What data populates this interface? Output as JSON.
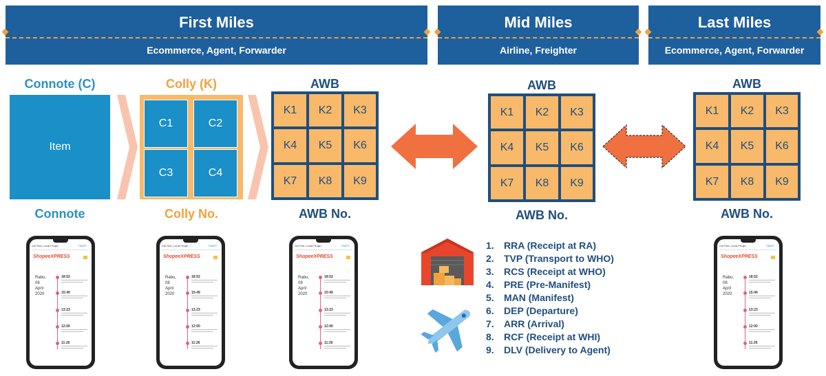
{
  "sections": [
    {
      "title": "First Miles",
      "subtitle": "Ecommerce, Agent, Forwarder"
    },
    {
      "title": "Mid Miles",
      "subtitle": "Airline, Freighter"
    },
    {
      "title": "Last Miles",
      "subtitle": "Ecommerce, Agent, Forwarder"
    }
  ],
  "labels": {
    "connote_top": "Connote (C)",
    "colly_top": "Colly (K)",
    "awb_top": "AWB",
    "connote_bottom": "Connote",
    "colly_bottom": "Colly No.",
    "awb_bottom": "AWB No."
  },
  "item_label": "Item",
  "colly_cells": [
    "C1",
    "C2",
    "C3",
    "C4"
  ],
  "awb_cells": [
    "K1",
    "K2",
    "K3",
    "K4",
    "K5",
    "K6",
    "K7",
    "K8",
    "K9"
  ],
  "phone": {
    "header": "Cek Resi | Lacak Pengiri...",
    "track_label": "TWEET",
    "brand": "ShopeeXPRESS",
    "date_lines": [
      "Rabu,",
      "08",
      "April",
      "2020"
    ],
    "times": [
      "18:52",
      "15:49",
      "13:23",
      "12:00",
      "11:26"
    ]
  },
  "status_list": [
    {
      "num": "1.",
      "text": "RRA (Receipt at RA)"
    },
    {
      "num": "2.",
      "text": "TVP (Transport to WHO)"
    },
    {
      "num": "3.",
      "text": "RCS (Receipt at WHO)"
    },
    {
      "num": "4.",
      "text": "PRE (Pre-Manifest)"
    },
    {
      "num": "5.",
      "text": "MAN (Manifest)"
    },
    {
      "num": "6.",
      "text": "DEP (Departure)"
    },
    {
      "num": "7.",
      "text": "ARR (Arrival)"
    },
    {
      "num": "8.",
      "text": "RCF (Receipt at WHI)"
    },
    {
      "num": "9.",
      "text": "DLV (Delivery to Agent)"
    }
  ],
  "colors": {
    "banner": "#1e5f9e",
    "accent_orange": "#f0a23c",
    "cell_orange": "#f8b96a",
    "connote_blue": "#1a8fc8",
    "navy": "#1f4e7e",
    "arrow_orange": "#f07040"
  },
  "icons": [
    "warehouse-icon",
    "airplane-icon",
    "double-arrow-icon",
    "chevron-arrow-icon"
  ]
}
